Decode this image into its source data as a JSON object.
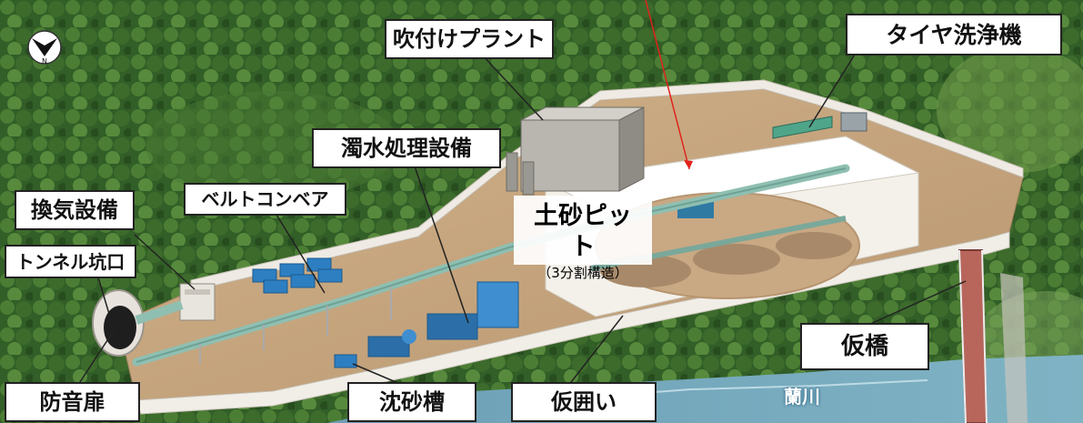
{
  "labels": {
    "shotcrete_plant": "吹付けプラント",
    "tire_washer": "タイヤ洗浄機",
    "turbid_water": "濁水処理設備",
    "belt_conveyor": "ベルトコンベア",
    "ventilation": "換気設備",
    "tunnel_portal": "トンネル坑口",
    "soil_pit": "土砂ピット",
    "soil_pit_sub": "（3分割構造）",
    "temp_bridge": "仮橋",
    "soundproof_door": "防音扉",
    "sedimentation_tank": "沈砂槽",
    "temp_enclosure": "仮囲い",
    "river": "蘭川"
  },
  "compass": {
    "letter": "N"
  },
  "colors": {
    "forest": "#2f5a25",
    "yard": "#c3a27c",
    "wall": "#ece9e2",
    "pipe": "#8fbfb1",
    "equipment_blue": "#2d7fc2",
    "bridge": "#b8665c",
    "river": "#5b8fa8",
    "leader": "#222222",
    "red_arrow": "#e0231b"
  }
}
